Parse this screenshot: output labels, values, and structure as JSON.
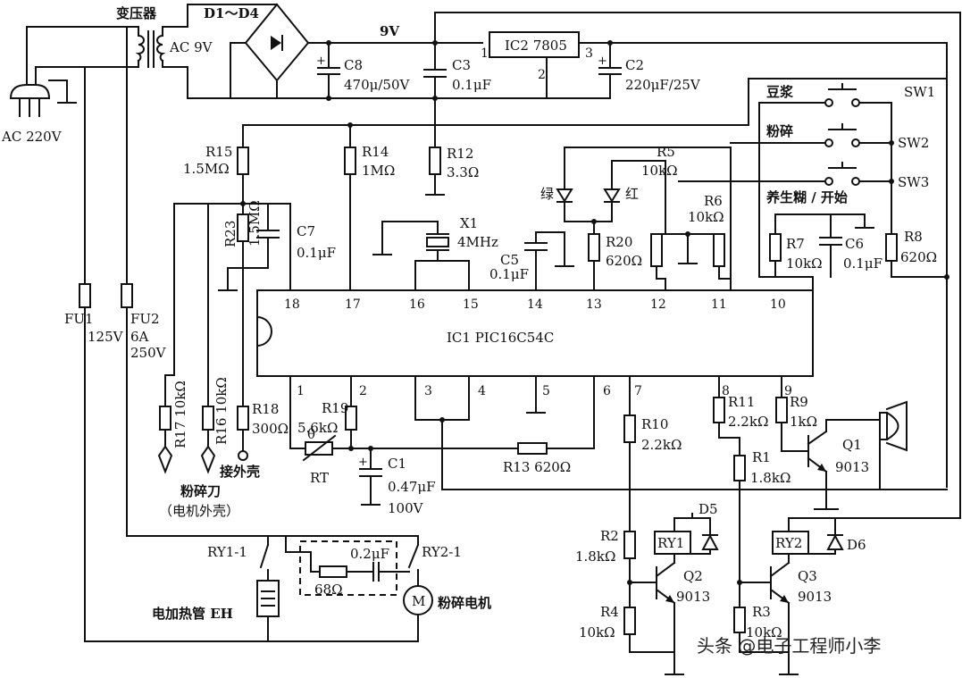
{
  "labels": {
    "transformer": "变压器",
    "ac_in": "AC 220V",
    "ac_sec": "AC 9V",
    "bridge": "D1～D4",
    "v9": "9V",
    "c8": "C8",
    "c8v": "470μ/50V",
    "c3": "C3",
    "c3v": "0.1μF",
    "ic2": "IC2 7805",
    "ic2_p1": "1",
    "ic2_p2": "2",
    "ic2_p3": "3",
    "c2": "C2",
    "c2v": "220μF/25V",
    "sw1_name": "豆浆",
    "sw1": "SW1",
    "sw2_name": "粉碎",
    "sw2": "SW2",
    "sw3_name": "养生糊 / 开始",
    "sw3": "SW3",
    "r15": "R15",
    "r15v": "1.5MΩ",
    "r14": "R14",
    "r14v": "1MΩ",
    "r12": "R12",
    "r12v": "3.3Ω",
    "r5": "R5",
    "r5v": "10kΩ",
    "green": "绿",
    "red": "红",
    "r6": "R6",
    "r6v": "10kΩ",
    "r23": "R23",
    "r23v": "1.5MΩ",
    "c7": "C7",
    "c7v": "0.1μF",
    "x1": "X1",
    "x1v": "4MHz",
    "c5": "C5",
    "c5v": "0.1μF",
    "r20": "R20",
    "r20v": "620Ω",
    "r7": "R7",
    "r7v": "10kΩ",
    "c6": "C6",
    "c6v": "0.1μF",
    "r8": "R8",
    "r8v": "620Ω",
    "fu1": "FU1",
    "fu1v": "125V",
    "fu2": "FU2",
    "fu2v": "6A",
    "fu2v2": "250V",
    "ic1": "IC1 PIC16C54C",
    "r17": "R17 10kΩ",
    "r16": "R16 10kΩ",
    "r18": "R18",
    "r18v": "300Ω",
    "r19": "R19",
    "r19v": "5.6kΩ",
    "theta": "θ",
    "rt": "RT",
    "c1": "C1",
    "c1v": "0.47μF",
    "c1v2": "100V",
    "r13": "R13 620Ω",
    "r10": "R10",
    "r10v": "2.2kΩ",
    "r11": "R11",
    "r11v": "2.2kΩ",
    "r9": "R9",
    "r9v": "1kΩ",
    "q1": "Q1",
    "q1v": "9013",
    "r1": "R1",
    "r1v": "1.8kΩ",
    "blade": "粉碎刀",
    "motor_shell": "（电机外壳）",
    "to_shell": "接外壳",
    "d5": "D5",
    "d6": "D6",
    "ry1": "RY1",
    "ry2": "RY2",
    "r2": "R2",
    "r2v": "1.8kΩ",
    "q2": "Q2",
    "q2v": "9013",
    "q3": "Q3",
    "q3v": "9013",
    "r4": "R4",
    "r4v": "10kΩ",
    "r3": "R3",
    "r3v": "10kΩ",
    "ry1_1": "RY1-1",
    "ry2_1": "RY2-1",
    "c_snub": "0.2μF",
    "r_snub": "68Ω",
    "heater": "电加热管 EH",
    "motor": "粉碎电机",
    "motor_m": "M",
    "watermark": "头条 @电子工程师小李"
  },
  "ic1_pins_top": [
    "18",
    "17",
    "16",
    "15",
    "14",
    "13",
    "12",
    "11",
    "10"
  ],
  "ic1_pins_bottom": [
    "1",
    "2",
    "3",
    "4",
    "5",
    "6",
    "7",
    "8",
    "9"
  ]
}
